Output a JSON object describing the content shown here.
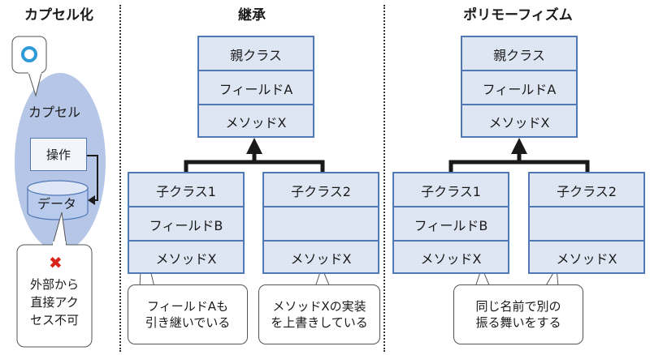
{
  "headings": {
    "capsule": "カプセル化",
    "inheritance": "継承",
    "polymorphism": "ポリモーフィズム"
  },
  "capsule": {
    "label": "カプセル",
    "operation": "操作",
    "data": "データ",
    "deny_mark": "✖",
    "bubble_lines": [
      "外部から",
      "直接アク",
      "セス不可"
    ]
  },
  "inheritance": {
    "parent": {
      "name": "親クラス",
      "field": "フィールドA",
      "method": "メソッドX"
    },
    "child1": {
      "name": "子クラス1",
      "field": "フィールドB",
      "method": "メソッドX"
    },
    "child2": {
      "name": "子クラス2",
      "field": "",
      "method": "メソッドX"
    },
    "bubble1": [
      "フィールドAも",
      "引き継いでいる"
    ],
    "bubble2": [
      "メソッドXの実装",
      "を上書きしている"
    ]
  },
  "polymorphism": {
    "parent": {
      "name": "親クラス",
      "field": "フィールドA",
      "method": "メソッドX"
    },
    "child1": {
      "name": "子クラス1",
      "field": "フィールドB",
      "method": "メソッドX"
    },
    "child2": {
      "name": "子クラス2",
      "field": "",
      "method": "メソッドX"
    },
    "bubble": [
      "同じ名前で別の",
      "振る舞いをする"
    ]
  },
  "colors": {
    "box_fill": "#dfe6f3",
    "box_border": "#4f78b5",
    "capsule_fill": "#b5c6e6",
    "arrow": "#1a1a1a",
    "deny": "#d9241c"
  }
}
